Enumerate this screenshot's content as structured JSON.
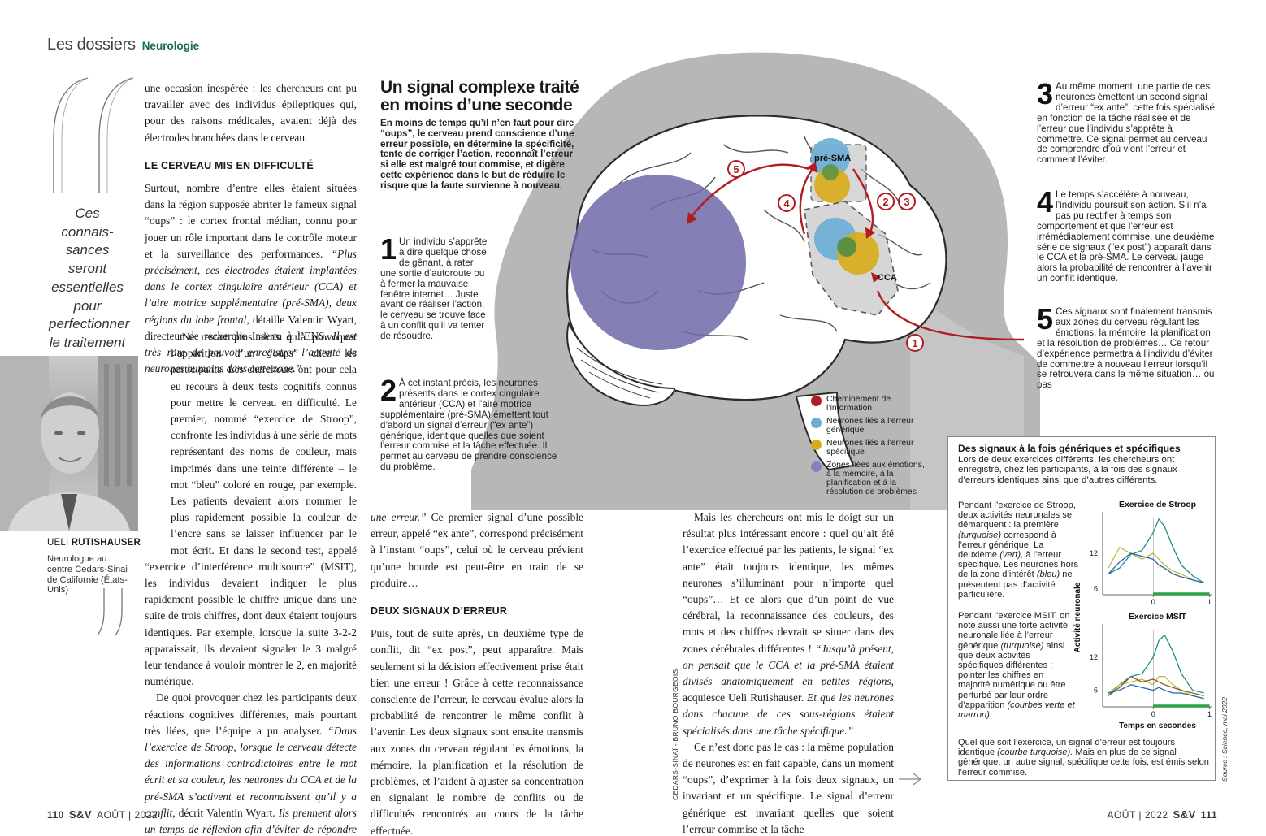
{
  "header": {
    "series": "Les dossiers",
    "section": "Neurologie"
  },
  "quote": {
    "text": "Ces connais-sances seront essentielles pour perfectionner le traitement de certains troubles psy",
    "name_first": "UELI",
    "name_last": "RUTISHAUSER",
    "caption": "Neurologue au centre Cedars-Sinai de Californie (États-Unis)"
  },
  "col1": {
    "p1": "une occasion inespérée : les chercheurs ont pu travailler avec des individus épileptiques qui, pour des raisons médicales, avaient déjà des électrodes branchées dans le cerveau.",
    "subhead": "LE CERVEAU MIS EN DIFFICULTÉ",
    "p2a": "Surtout, nombre d’entre elles étaient situées dans la région supposée abriter le fameux signal “oups” : le cortex frontal médian, connu pour jouer un rôle important dans le contrôle moteur et la surveillance des performances. ",
    "p2b": "“Plus précisément, ces électrodes étaient implantées dans le cortex cingulaire antérieur (CCA) et l’aire motrice supplémentaire (pré-SMA), deux régions du lobe frontal,",
    "p2c": " détaille Valentin Wyart, directeur de recherche Inserm à l’ENS. ",
    "p2d": "Il est très rare de pouvoir enregistrer l’activité de neurones humains dans cette zone.”",
    "p3": "Ne restait plus alors qu’à provoquer l’apparition d’un “oups” chez les participants. Les chercheurs ont pour cela eu recours à deux tests cognitifs connus pour mettre le cerveau en difficulté. Le premier, nommé “exercice de Stroop”, confronte les individus à une série de mots représentant des noms de couleur, mais imprimés dans une teinte différente – le mot “bleu” coloré en rouge, par exemple. Les patients devaient alors nommer le plus rapidement possible la couleur de l’encre sans se laisser influencer par le mot écrit. Et dans le second test, appelé “exercice d’interférence multisource” (MSIT), les individus devaient indiquer le plus rapidement possible le chiffre unique dans une suite de trois chiffres, dont deux étaient toujours identiques. Par exemple, lorsque la suite 3-2-2 apparaissait, ils devaient signaler le 3 malgré leur tendance à vouloir montrer le 2, en majorité numérique.",
    "p4a": "De quoi provoquer chez les participants deux réactions cognitives différentes, mais pourtant très liées, que l’équipe a pu analyser. ",
    "p4b": "“Dans l’exercice de Stroop, lorsque le cerveau détecte des informations contradictoires entre le mot écrit et sa couleur, les neurones du CCA et de la pré-SMA s’activent et reconnaissent qu’il y a conflit,",
    "p4c": " décrit Valentin Wyart. ",
    "p4d": "Ils prennent alors un temps de réflexion afin d’éviter de répondre trop vite et de commettre"
  },
  "col2": {
    "p1a": "une erreur.”",
    "p1b": " Ce premier signal d’une possible erreur, appelé “ex ante”, correspond précisément à l’instant “oups”, celui où le cerveau prévient qu’une bourde est peut-être en train de se produire…",
    "subhead": "DEUX SIGNAUX D’ERREUR",
    "p2": "Puis, tout de suite après, un deuxième type de conflit, dit “ex post”, peut apparaître. Mais seulement si la décision effectivement prise était bien une erreur ! Grâce à cette reconnaissance consciente de l’erreur, le cerveau évalue alors la probabilité de rencontrer le même conflit à l’avenir. Les deux signaux sont ensuite transmis aux zones du cerveau régulant les émotions, la mémoire, la planification et la résolution de problèmes, et l’aident à ajuster sa concentration en signalant le nombre de conflits ou de difficultés rencontrés au cours de la tâche effectuée."
  },
  "col3": {
    "p1a": "Mais les chercheurs ont mis le doigt sur un résultat plus intéressant encore : quel qu’ait été l’exercice effectué par les patients, le signal “ex ante” était toujours identique, les mêmes neurones s’illuminant pour n’importe quel “oups”… Et ce alors que d’un point de vue cérébral, la reconnaissance des couleurs, des mots et des chiffres devrait se situer dans des zones cérébrales différentes ! ",
    "p1b": "“Jusqu’à présent, on pensait que le CCA et la pré-SMA étaient divisés anatomiquement en petites régions,",
    "p1c": " acquiesce Ueli Rutishauser. ",
    "p1d": "Et que les neurones dans chacune de ces sous-régions étaient spécialisés dans une tâche spécifique.”",
    "p2": "Ce n’est donc pas le cas : la même population de neurones est en fait capable, dans un moment “oups”, d’exprimer à la fois deux signaux, un invariant et un spécifique. Le signal d’erreur générique est invariant quelles que soient l’erreur commise et la tâche"
  },
  "credit": "CEDARS-SINAÏ - BRUNO BOURGEOIS",
  "infographic": {
    "title": "Un signal complexe traité en moins d’une seconde",
    "intro": "En moins de temps qu’il n’en faut pour dire “oups”, le cerveau prend conscience d’une erreur possible, en détermine la spécificité, tente de corriger l’action, reconnaît l’erreur si elle est malgré tout commise, et digère cette expérience dans le but de réduire le risque que la faute survienne à nouveau.",
    "label_presma": "pré-SMA",
    "label_cca": "CCA",
    "arrow_nums": [
      "1",
      "2",
      "3",
      "4",
      "5"
    ],
    "steps": [
      {
        "num": "1",
        "text": "Un individu s’apprête à dire quelque chose de gênant, à rater une sortie d’autoroute ou à fermer la mauvaise fenêtre internet… Juste avant de réaliser l’action, le cerveau se trouve face à un conflit qu’il va tenter de résoudre."
      },
      {
        "num": "2",
        "text": "À cet instant précis, les neurones présents dans le cortex cingulaire antérieur (CCA) et l’aire motrice supplémentaire (pré-SMA) émettent tout d’abord un signal d’erreur (“ex ante”) générique, identique quelles que soient l’erreur commise et la tâche effectuée. Il permet au cerveau de prendre conscience du problème."
      },
      {
        "num": "3",
        "text": "Au même moment, une partie de ces neurones émettent un second signal d’erreur “ex ante”, cette fois spécialisé en fonction de la tâche réalisée et de l’erreur que l’individu s’apprête à commettre. Ce signal permet au cerveau de comprendre d’où vient l’erreur et comment l’éviter."
      },
      {
        "num": "4",
        "text": "Le temps s’accélère à nouveau, l’individu poursuit son action. S’il n’a pas pu rectifier à temps son comportement et que l’erreur est irrémédiablement commise, une deuxième série de signaux (“ex post”) apparaît dans le CCA et la pré-SMA. Le cerveau jauge alors la probabilité de rencontrer à l’avenir un conflit identique."
      },
      {
        "num": "5",
        "text": "Ces signaux sont finalement transmis aux zones du cerveau régulant les émotions, la mémoire, la planification et la résolution de problèmes… Ce retour d’expérience permettra à l’individu d’éviter de commettre à nouveau l’erreur lorsqu’il se retrouvera dans la même situation… ou pas !"
      }
    ],
    "legend": [
      {
        "label": "Cheminement de l’information",
        "color": "#b01c22"
      },
      {
        "label": "Neurones liés à l’erreur générique",
        "color": "#6aaed6"
      },
      {
        "label": "Neurones liés à l’erreur spécifique",
        "color": "#d9ac1a"
      },
      {
        "label": "Zones liées aux émotions, à la mémoire, à la planification et à la résolution de problèmes",
        "color": "#8880b8"
      }
    ]
  },
  "box": {
    "title": "Des signaux à la fois génériques et spécifiques",
    "intro": "Lors de deux exercices différents, les chercheurs ont enregistré, chez les participants, à la fois des signaux d’erreurs identiques ainsi que d’autres différents.",
    "stroop_a": "Pendant l’exercice de Stroop, deux activités neuronales se démarquent : la première ",
    "stroop_b": "(turquoise)",
    "stroop_c": " correspond à l’erreur générique. La deuxième ",
    "stroop_d": "(vert),",
    "stroop_e": " à l’erreur spécifique. Les neurones hors de la zone d’intérêt ",
    "stroop_f": "(bleu)",
    "stroop_g": " ne présentent pas d’activité particulière.",
    "msit_a": "Pendant l’exercice MSIT, on note aussi une forte activité neuronale liée à l’erreur générique ",
    "msit_b": "(turquoise)",
    "msit_c": " ainsi que deux activités spécifiques différentes : pointer les chiffres en majorité numérique ou être perturbé par leur ordre d’apparition ",
    "msit_d": "(courbes verte et marron).",
    "outro_a": "Quel que soit l’exercice, un signal d’erreur est toujours identique ",
    "outro_b": "(courbe turquoise).",
    "outro_c": " Mais en plus de ce signal générique, un autre signal, spécifique cette fois, est émis selon l’erreur commise.",
    "source": "Source : Science, mai 2022"
  },
  "chart_data": [
    {
      "type": "line",
      "title": "Exercice de Stroop",
      "ylabel": "Activité neuronale",
      "xlabel": "",
      "x_ticks": [
        "0",
        "1"
      ],
      "y_ticks": [
        "6",
        "12"
      ],
      "ylim": [
        5,
        19
      ],
      "xlim": [
        -0.9,
        1.05
      ],
      "x": [
        -0.8,
        -0.6,
        -0.4,
        -0.2,
        0.0,
        0.1,
        0.2,
        0.35,
        0.5,
        0.7,
        0.9
      ],
      "series": [
        {
          "color": "#1f8f8c",
          "values": [
            8.5,
            9.5,
            11.8,
            12.5,
            15.5,
            17.8,
            16.5,
            13,
            10,
            8.2,
            7
          ]
        },
        {
          "color": "#b8c23a",
          "values": [
            9.5,
            13,
            12,
            11,
            12,
            11,
            10,
            9,
            8.5,
            7.5,
            7
          ]
        },
        {
          "color": "#2b63a8",
          "values": [
            8.5,
            10.5,
            12,
            11.5,
            11,
            10,
            9.5,
            8.5,
            8,
            7.5,
            7
          ]
        }
      ],
      "highlight": [
        0,
        1
      ]
    },
    {
      "type": "line",
      "title": "Exercice MSIT",
      "xlabel": "Temps en secondes",
      "x_ticks": [
        "0",
        "1"
      ],
      "y_ticks": [
        "6",
        "12"
      ],
      "ylim": [
        3,
        18
      ],
      "xlim": [
        -0.9,
        1.05
      ],
      "x": [
        -0.8,
        -0.6,
        -0.4,
        -0.2,
        0.0,
        0.1,
        0.2,
        0.35,
        0.5,
        0.7,
        0.9
      ],
      "series": [
        {
          "color": "#1f8f8c",
          "values": [
            5,
            7,
            8.5,
            9,
            12,
            15,
            16,
            13,
            9,
            6,
            5.5
          ]
        },
        {
          "color": "#b8c23a",
          "values": [
            5.5,
            7,
            7.5,
            8,
            7,
            8.5,
            8.5,
            7,
            6,
            5,
            4.5
          ]
        },
        {
          "color": "#8a5a2b",
          "values": [
            5,
            6.5,
            8.5,
            7.5,
            8,
            7.5,
            7,
            6.5,
            6,
            5.5,
            5
          ]
        },
        {
          "color": "#2b63a8",
          "values": [
            5.5,
            6,
            7,
            6.5,
            6,
            6.5,
            6,
            5.5,
            5.5,
            5,
            4.5
          ]
        }
      ],
      "highlight": [
        0,
        1
      ]
    }
  ],
  "footer": {
    "left_page": "110",
    "left_mag": "S&V",
    "left_date": "AOÛT | 2022",
    "right_date": "AOÛT | 2022",
    "right_mag": "S&V",
    "right_page": "111"
  }
}
